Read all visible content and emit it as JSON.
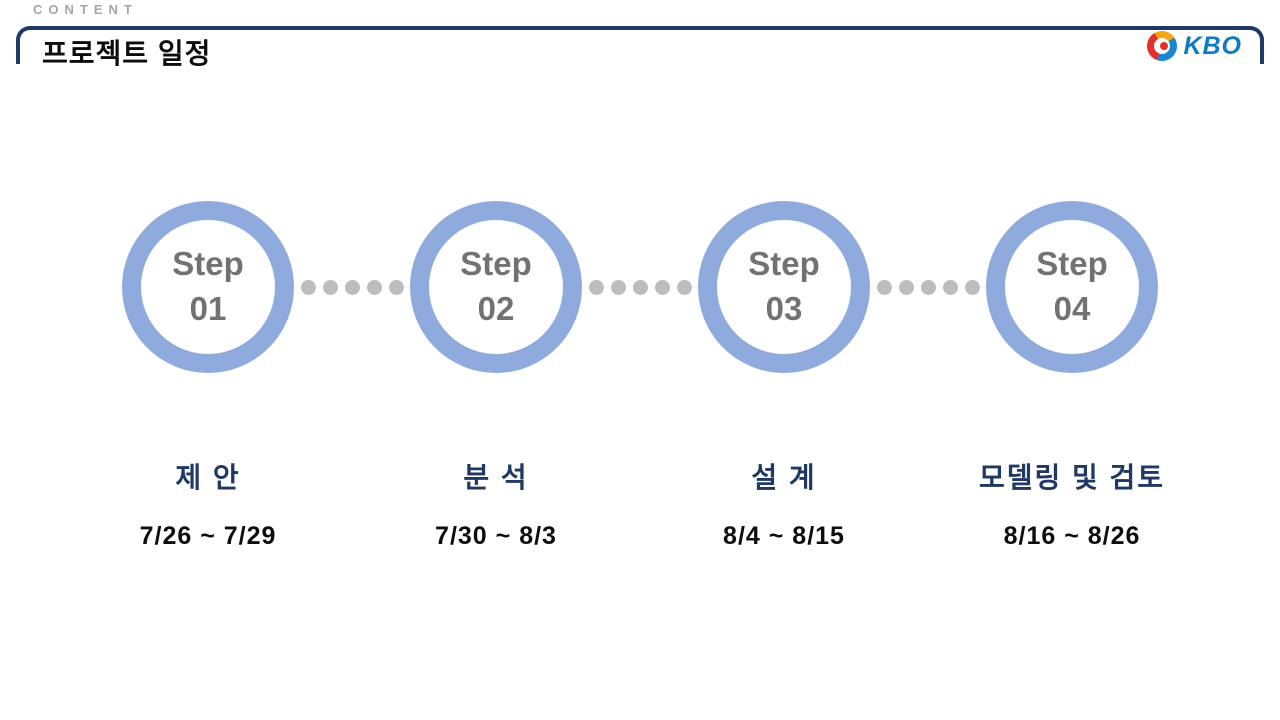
{
  "header": {
    "eyebrow": "CONTENT",
    "title": "프로젝트 일정",
    "logo": {
      "text": "KBO",
      "icon": "kbo-swirl-icon"
    }
  },
  "steps": [
    {
      "word": "Step",
      "number": "01",
      "label": "제 안",
      "dates": "7/26 ~ 7/29"
    },
    {
      "word": "Step",
      "number": "02",
      "label": "분 석",
      "dates": "7/30 ~ 8/3"
    },
    {
      "word": "Step",
      "number": "03",
      "label": "설 계",
      "dates": "8/4 ~ 8/15"
    },
    {
      "word": "Step",
      "number": "04",
      "label": "모델링 및 검토",
      "dates": "8/16 ~ 8/26"
    }
  ],
  "connector": {
    "dots_per_gap": 5
  },
  "colors": {
    "ring_blue": "#8faadc",
    "dot_gray": "#bdbdbd",
    "step_text_gray": "#767171",
    "label_navy": "#1f3864",
    "date_black": "#0d0d0d",
    "frame_navy": "#1f3864",
    "eyebrow_gray": "#a6a6a6",
    "kbo_blue": "#0c7cc2",
    "kbo_red": "#e3302f",
    "kbo_yellow": "#f2a714"
  }
}
